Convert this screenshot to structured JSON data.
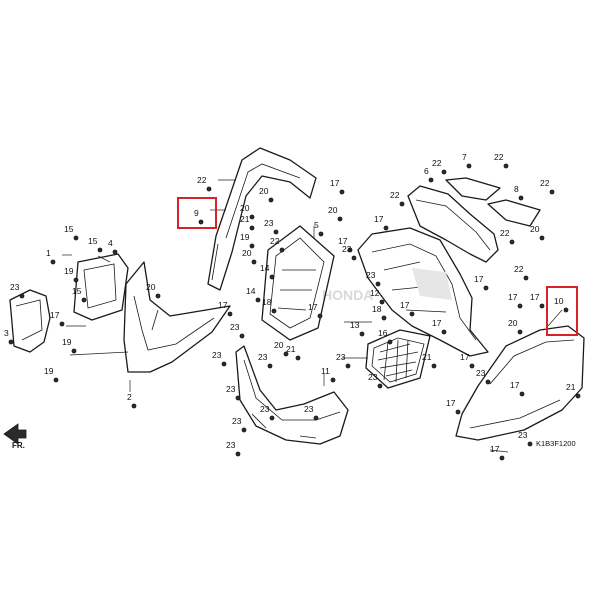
{
  "diagram": {
    "code": "K1B3F1200",
    "watermark": "HONDA",
    "front_arrow_label": "FR.",
    "highlight_color": "#d6232a",
    "callouts": [
      {
        "id": "c22a",
        "label": "22"
      },
      {
        "id": "c20a",
        "label": "20"
      },
      {
        "id": "c17a",
        "label": "17"
      },
      {
        "id": "c20b",
        "label": "20"
      },
      {
        "id": "c9",
        "label": "9"
      },
      {
        "id": "c20c",
        "label": "20"
      },
      {
        "id": "c21a",
        "label": "21"
      },
      {
        "id": "c23a",
        "label": "23"
      },
      {
        "id": "c19a",
        "label": "19"
      },
      {
        "id": "c20d",
        "label": "20"
      },
      {
        "id": "c14a",
        "label": "14"
      },
      {
        "id": "c22b",
        "label": "22"
      },
      {
        "id": "c5",
        "label": "5"
      },
      {
        "id": "c17b",
        "label": "17"
      },
      {
        "id": "c15a",
        "label": "15"
      },
      {
        "id": "c1",
        "label": "1"
      },
      {
        "id": "c15b",
        "label": "15"
      },
      {
        "id": "c4",
        "label": "4"
      },
      {
        "id": "c19b",
        "label": "19"
      },
      {
        "id": "c23b",
        "label": "23"
      },
      {
        "id": "c20e",
        "label": "20"
      },
      {
        "id": "c17c",
        "label": "17"
      },
      {
        "id": "c14b",
        "label": "14"
      },
      {
        "id": "c15c",
        "label": "15"
      },
      {
        "id": "c3",
        "label": "3"
      },
      {
        "id": "c17d",
        "label": "17"
      },
      {
        "id": "c19c",
        "label": "19"
      },
      {
        "id": "c2",
        "label": "2"
      },
      {
        "id": "c19d",
        "label": "19"
      },
      {
        "id": "c23c",
        "label": "23"
      },
      {
        "id": "c23d",
        "label": "23"
      },
      {
        "id": "c18a",
        "label": "18"
      },
      {
        "id": "c23e",
        "label": "23"
      },
      {
        "id": "c20f",
        "label": "20"
      },
      {
        "id": "c21b",
        "label": "21"
      },
      {
        "id": "c23f",
        "label": "23"
      },
      {
        "id": "c17e",
        "label": "17"
      },
      {
        "id": "c11",
        "label": "11"
      },
      {
        "id": "c23g",
        "label": "23"
      },
      {
        "id": "c23h",
        "label": "23"
      },
      {
        "id": "c23i",
        "label": "23"
      },
      {
        "id": "c23j",
        "label": "23"
      },
      {
        "id": "c22c",
        "label": "22"
      },
      {
        "id": "c7",
        "label": "7"
      },
      {
        "id": "c22d",
        "label": "22"
      },
      {
        "id": "c6",
        "label": "6"
      },
      {
        "id": "c22e",
        "label": "22"
      },
      {
        "id": "c8",
        "label": "8"
      },
      {
        "id": "c22f",
        "label": "22"
      },
      {
        "id": "c20g",
        "label": "20"
      },
      {
        "id": "c22g",
        "label": "22"
      },
      {
        "id": "c17f",
        "label": "17"
      },
      {
        "id": "c23k",
        "label": "23"
      },
      {
        "id": "c22h",
        "label": "22"
      },
      {
        "id": "c23l",
        "label": "23"
      },
      {
        "id": "c17g",
        "label": "17"
      },
      {
        "id": "c12",
        "label": "12"
      },
      {
        "id": "c17h",
        "label": "17"
      },
      {
        "id": "c18b",
        "label": "18"
      },
      {
        "id": "c13",
        "label": "13"
      },
      {
        "id": "c23m",
        "label": "23"
      },
      {
        "id": "c16",
        "label": "16"
      },
      {
        "id": "c17i",
        "label": "17"
      },
      {
        "id": "c23n",
        "label": "23"
      },
      {
        "id": "c21c",
        "label": "21"
      },
      {
        "id": "c17j",
        "label": "17"
      },
      {
        "id": "c17k",
        "label": "17"
      },
      {
        "id": "c17l",
        "label": "17"
      },
      {
        "id": "c10",
        "label": "10"
      },
      {
        "id": "c20h",
        "label": "20"
      },
      {
        "id": "c23o",
        "label": "23"
      },
      {
        "id": "c21d",
        "label": "21"
      },
      {
        "id": "c17m",
        "label": "17"
      },
      {
        "id": "c17n",
        "label": "17"
      },
      {
        "id": "c17o",
        "label": "17"
      },
      {
        "id": "c23p",
        "label": "23"
      }
    ]
  }
}
